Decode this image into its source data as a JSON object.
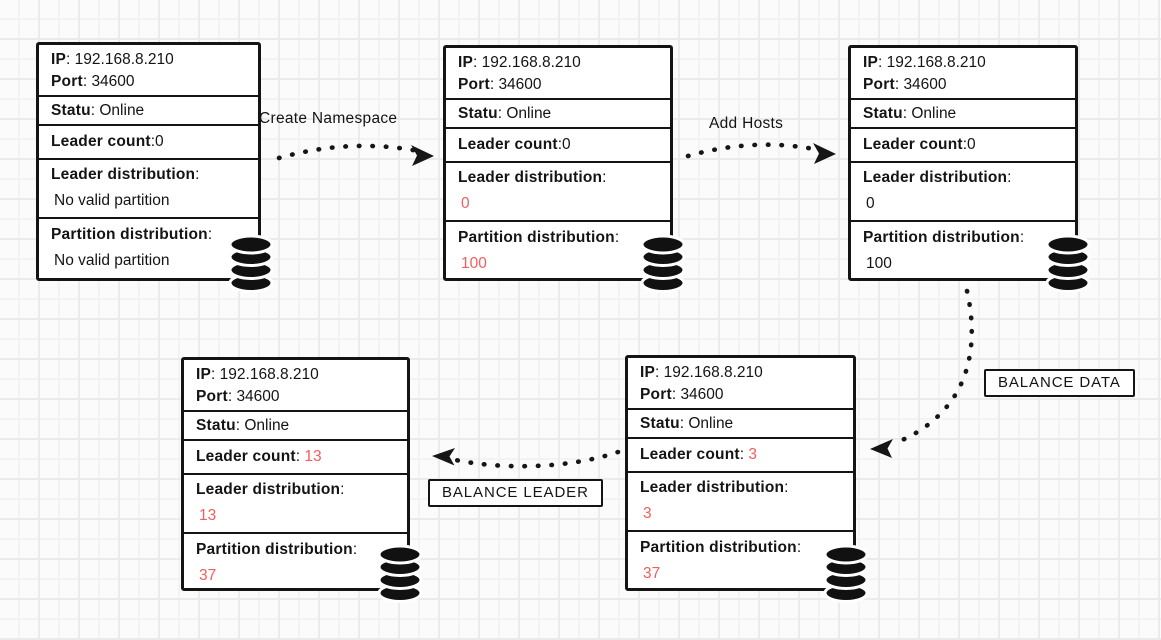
{
  "colors": {
    "ink": "#141414",
    "accent_red": "#f15e5e",
    "card_bg": "#ffffff",
    "paper": "#fbfbfb",
    "grid_line": "#ededf0"
  },
  "icons": {
    "database": "database-icon"
  },
  "nodes": [
    {
      "ip": {
        "label": "IP",
        "sep": ": ",
        "value": "192.168.8.210"
      },
      "port": {
        "label": "Port",
        "sep": ": ",
        "value": "34600"
      },
      "status": {
        "label": "Statu",
        "sep": ": ",
        "value": "Online"
      },
      "leader_count": {
        "label": "Leader count",
        "sep": ":",
        "value": "0",
        "value_color": "#141414"
      },
      "leader_dist": {
        "label": "Leader distribution",
        "sep": ":",
        "value": "No valid partition",
        "value_color": "#141414"
      },
      "part_dist": {
        "label": "Partition distribution",
        "sep": ":",
        "value": "No valid partition",
        "value_color": "#141414"
      }
    },
    {
      "ip": {
        "label": "IP",
        "sep": ": ",
        "value": "192.168.8.210"
      },
      "port": {
        "label": "Port",
        "sep": ": ",
        "value": "34600"
      },
      "status": {
        "label": "Statu",
        "sep": ": ",
        "value": "Online"
      },
      "leader_count": {
        "label": "Leader count",
        "sep": ":",
        "value": "0",
        "value_color": "#141414"
      },
      "leader_dist": {
        "label": "Leader distribution",
        "sep": ":",
        "value": "0",
        "value_color": "#f15e5e"
      },
      "part_dist": {
        "label": "Partition distribution",
        "sep": ":",
        "value": "100",
        "value_color": "#f15e5e"
      }
    },
    {
      "ip": {
        "label": "IP",
        "sep": ": ",
        "value": "192.168.8.210"
      },
      "port": {
        "label": "Port",
        "sep": ": ",
        "value": "34600"
      },
      "status": {
        "label": "Statu",
        "sep": ": ",
        "value": "Online"
      },
      "leader_count": {
        "label": "Leader count",
        "sep": ":",
        "value": "0",
        "value_color": "#141414"
      },
      "leader_dist": {
        "label": "Leader distribution",
        "sep": ":",
        "value": "0",
        "value_color": "#141414"
      },
      "part_dist": {
        "label": "Partition distribution",
        "sep": ":",
        "value": "100",
        "value_color": "#141414"
      }
    },
    {
      "ip": {
        "label": "IP",
        "sep": ": ",
        "value": "192.168.8.210"
      },
      "port": {
        "label": "Port",
        "sep": ": ",
        "value": "34600"
      },
      "status": {
        "label": "Statu",
        "sep": ": ",
        "value": "Online"
      },
      "leader_count": {
        "label": "Leader count",
        "sep": ": ",
        "value": "3",
        "value_color": "#f15e5e"
      },
      "leader_dist": {
        "label": "Leader distribution",
        "sep": ":",
        "value": "3",
        "value_color": "#f15e5e"
      },
      "part_dist": {
        "label": "Partition distribution",
        "sep": ":",
        "value": "37",
        "value_color": "#f15e5e"
      }
    },
    {
      "ip": {
        "label": "IP",
        "sep": ": ",
        "value": "192.168.8.210"
      },
      "port": {
        "label": "Port",
        "sep": ": ",
        "value": "34600"
      },
      "status": {
        "label": "Statu",
        "sep": ": ",
        "value": "Online"
      },
      "leader_count": {
        "label": "Leader count",
        "sep": ": ",
        "value": "13",
        "value_color": "#f15e5e"
      },
      "leader_dist": {
        "label": "Leader distribution",
        "sep": ":",
        "value": "13",
        "value_color": "#f15e5e"
      },
      "part_dist": {
        "label": "Partition distribution",
        "sep": ":",
        "value": "37",
        "value_color": "#f15e5e"
      }
    }
  ],
  "edges": [
    {
      "label": "Create Namespace"
    },
    {
      "label": "Add Hosts"
    },
    {
      "label": "BALANCE DATA"
    },
    {
      "label": "BALANCE LEADER"
    }
  ]
}
